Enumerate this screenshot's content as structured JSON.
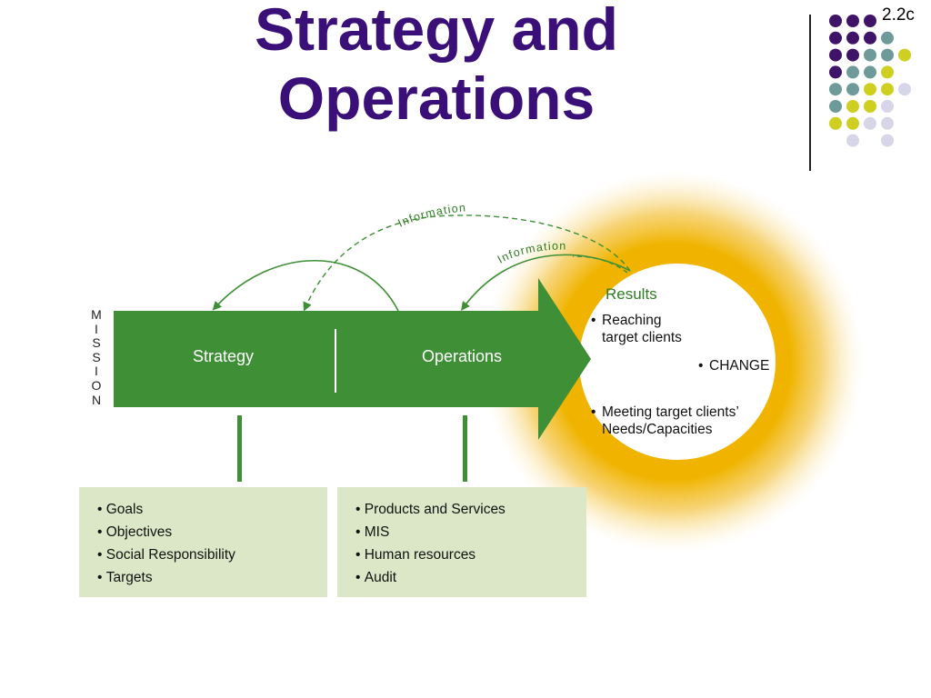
{
  "slide": {
    "title_line1": "Strategy and",
    "title_line2": "Operations",
    "number": "2.2c"
  },
  "colors": {
    "title": "#3a1078",
    "arrow_green": "#3f8f36",
    "box_fill": "#dbe7c6",
    "glow": "#f0b400",
    "dot_purple": "#3f1368",
    "dot_teal": "#6e9b9a",
    "dot_yellow": "#cfcf22",
    "dot_lavender": "#d6d6e8"
  },
  "diagram": {
    "mission_letters": [
      "M",
      "I",
      "S",
      "S",
      "I",
      "O",
      "N"
    ],
    "arrow": {
      "left_label": "Strategy",
      "right_label": "Operations"
    },
    "feedback": {
      "outer_label": "Information",
      "inner_label": "Information"
    },
    "results": {
      "title": "Results",
      "items": [
        {
          "lines": [
            "Reaching",
            "target clients"
          ]
        },
        {
          "lines": [
            "CHANGE"
          ]
        },
        {
          "lines": [
            "Meeting target clients’",
            "Needs/Capacities"
          ]
        }
      ]
    },
    "strategy_box": {
      "items": [
        "Goals",
        "Objectives",
        "Social Responsibility",
        "Targets"
      ]
    },
    "operations_box": {
      "items": [
        "Products and Services",
        "MIS",
        "Human resources",
        "Audit"
      ]
    }
  }
}
